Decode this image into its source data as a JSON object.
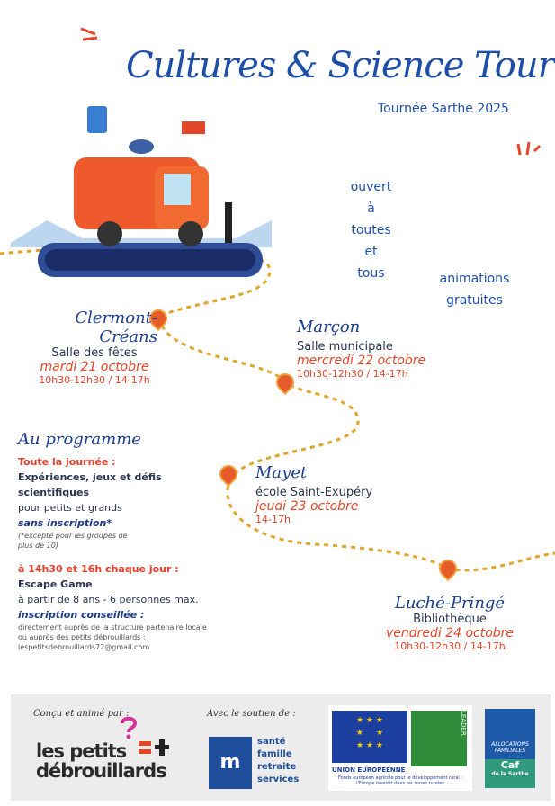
{
  "header": {
    "title": "Cultures & Science Tour",
    "subtitle": "Tournée Sarthe 2025"
  },
  "taglines": {
    "open_lines": [
      "ouvert à",
      "toutes et",
      "tous"
    ],
    "free_lines": [
      "animations",
      "gratuites"
    ]
  },
  "stops": [
    {
      "city": "Clermont-Créans",
      "venue": "Salle des fêtes",
      "date": "mardi 21 octobre",
      "hours": "10h30-12h30 / 14-17h"
    },
    {
      "city": "Marçon",
      "venue": "Salle municipale",
      "date": "mercredi 22 octobre",
      "hours": "10h30-12h30 / 14-17h"
    },
    {
      "city": "Mayet",
      "venue": "école Saint-Exupéry",
      "date": "jeudi 23 octobre",
      "hours": "14-17h"
    },
    {
      "city": "Luché-Pringé",
      "venue": "Bibliothèque",
      "date": "vendredi 24 octobre",
      "hours": "10h30-12h30 / 14-17h"
    }
  ],
  "programme": {
    "heading": "Au programme",
    "all_day": "Toute la journée :",
    "activity1": "Expériences, jeux et défis scientifiques",
    "audience1": "pour petits et grands",
    "no_registration": "sans inscription*",
    "footnote": "(*excepté pour les groupes de plus de 10)",
    "times": "à 14h30 et 16h chaque jour :",
    "activity2": "Escape Game",
    "audience2": "à partir de 8 ans - 6 personnes max.",
    "registration": "inscription conseillée :",
    "registration_note": "directement auprès de la structure partenaire locale ou auprès des petits débrouillards :",
    "email": "lespetitsdebrouillards72@gmail.com"
  },
  "footer": {
    "designed_by": "Conçu et animé par :",
    "org_name_line1": "les petits",
    "org_name_line2": "débrouillards",
    "support": "Avec le soutien de :",
    "msa_lines": [
      "santé",
      "famille",
      "retraite",
      "services"
    ],
    "eu_label": "UNION EUROPÉENNE",
    "eu_note": "Fonds européen agricole pour le développement rural : l'Europe investit dans les zones rurales",
    "leader": "LEADER",
    "caf_label": "ALLOCATIONS FAMILIALES",
    "caf_name": "Caf",
    "caf_region": "de la Sarthe"
  },
  "colors": {
    "title": "#1e4fa8",
    "accent": "#e4462a",
    "path": "#e0a52b"
  }
}
